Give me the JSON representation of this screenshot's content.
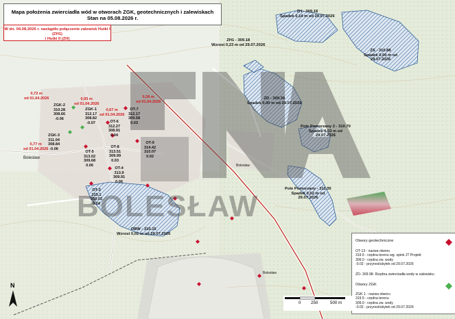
{
  "title": {
    "line1": "Mapa położenia zwierciadła wód w otworach ZGK, geotechnicznych i zalewiskach",
    "line2": "Stan na 05.08.2026 r."
  },
  "note": {
    "line1": "W dn. 04.08.2026 r. nastąpiło połączenie zalewisk Hutki I (ZH1)",
    "line2": "i Hutki II (ZH)"
  },
  "watermark": {
    "text": "BOLESŁAW"
  },
  "place_names": {
    "boleslaw_town": "Bolesław",
    "boleslaw_east": "Bolesław",
    "boleslaw_south": "Bolesław"
  },
  "wells_red_deltas": [
    {
      "delta": "0,72 m",
      "date": "od 01.04.2026"
    },
    {
      "delta": "0,93 m",
      "date": "od 01.04.2026"
    },
    {
      "delta": "0,67 m",
      "date": "od 01.04.2026"
    },
    {
      "delta": "0,39 m",
      "date": "od 01.04.2026"
    },
    {
      "delta": "0,77 m",
      "date": "od 01.04.2026"
    }
  ],
  "wells": [
    {
      "name": "ZGK-2",
      "ground": "310.28",
      "water": "308.66",
      "change": "-0.06"
    },
    {
      "name": "ZGK-1",
      "ground": "312.17",
      "water": "308.82",
      "change": "-0.07"
    },
    {
      "name": "OT-7",
      "ground": "312.17",
      "water": "309.58",
      "change": "0.03"
    },
    {
      "name": "ZGK-3",
      "ground": "311.04",
      "water": "308.84",
      "change": "-0.06"
    },
    {
      "name": "OT-6",
      "ground": "312.27",
      "water": "308.91",
      "change": "0.04"
    },
    {
      "name": "OT-8",
      "ground": "313.51",
      "water": "309.99",
      "change": "0.03"
    },
    {
      "name": "OT-9",
      "ground": "314.42",
      "water": "310.07",
      "change": "0.02"
    },
    {
      "name": "OT-5",
      "ground": "313.02",
      "water": "309.68",
      "change": "0.06"
    },
    {
      "name": "OT-4",
      "ground": "313.9",
      "water": "309.91",
      "change": "0.06"
    },
    {
      "name": "OT-3",
      "ground": "315.1",
      "water": "310.02",
      "change": "0.04"
    }
  ],
  "reservoirs": [
    {
      "line1": "ZH - 309.18",
      "line2": "Spadek 0,14 m od 29.07.2026"
    },
    {
      "line1": "ZH1 - 309.18",
      "line2": "Wzrost 0,23 m od 29.07.2026"
    },
    {
      "line1": "ZS - 310.88",
      "line2": "Spadek 0,00 m od",
      "line3": "29.07.2026"
    },
    {
      "line1": "ZD - 309.39",
      "line2": "Spadek 0,00 m od 29.07.2026"
    },
    {
      "line1": "Pole Pomorzany 2 - 310.70",
      "line2": "Spadek 0,03 m od",
      "line3": "29.07.2026"
    },
    {
      "line1": "Pole Pomorzany - 311.05",
      "line2": "Spadek 0,02 m od",
      "line3": "29.07.2026"
    },
    {
      "line1": "OBW - 310.15",
      "line2": "Wzrost 0,02 m od 29.07.2026"
    }
  ],
  "legend": {
    "geo_title": "Otwory geotechniczne",
    "geo_lines": [
      "OT-13 - nazwa otworu",
      "319.5 - rzędna terenu wg. opinii JT Projekt",
      "309.0 - rzędna zw. wody",
      "-0.02 - przyrost/ubytek od 29.07.2026"
    ],
    "zd_line": "ZD- 309.98- Rzędna zwierciadła wody w zalewisku",
    "zgk_title": "Otwory ZGK",
    "zgk_lines": [
      "ZGK 1 - nazwa otworu",
      "319.5 - rzędna terenu",
      "309.0 - rzędna zw. wody",
      "-0.02 - przyrost/ubytek od 29.07.2026"
    ],
    "geo_color": "#d1191c",
    "zgk_color": "#4caf50"
  },
  "scale": {
    "t0": "0",
    "t1": "250",
    "t2": "500 m"
  },
  "north": {
    "label": "N",
    "icon": "north-arrow-icon"
  },
  "colors": {
    "reservoir_hatch": "#2f5f9a",
    "well_red": "#c8102e",
    "well_green": "#4caf50",
    "watermark_gray": "#5a5a5a",
    "road_red": "#c0392b"
  }
}
